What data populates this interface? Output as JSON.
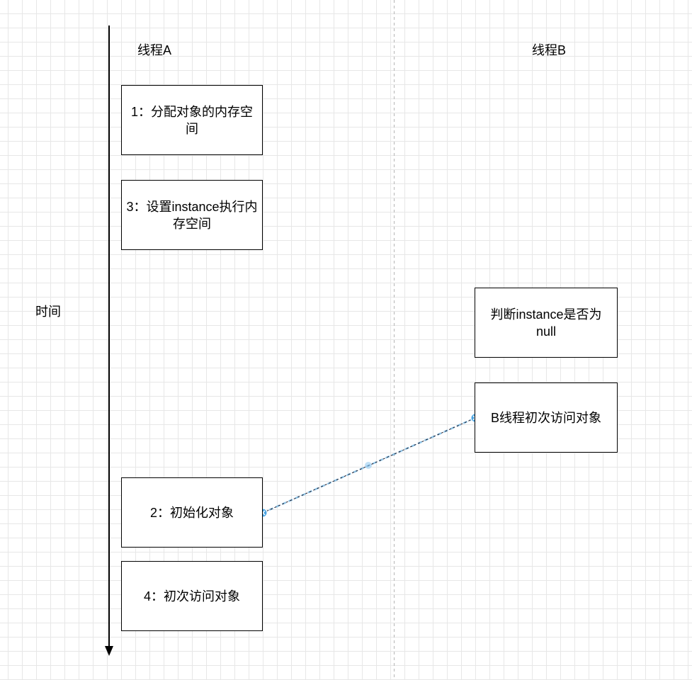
{
  "lanes": {
    "thread_a": "线程A",
    "thread_b": "线程B"
  },
  "time_axis": {
    "label": "时间"
  },
  "thread_a_steps": {
    "step1": "1：分配对象的内存空间",
    "step3": "3：设置instance执行内存空间",
    "step2": "2：初始化对象",
    "step4": "4：初次访问对象"
  },
  "thread_b_steps": {
    "check": "判断instance是否为null",
    "access": "B线程初次访问对象"
  },
  "connector": {
    "color": "#3a9ad9",
    "style": "dashed"
  }
}
